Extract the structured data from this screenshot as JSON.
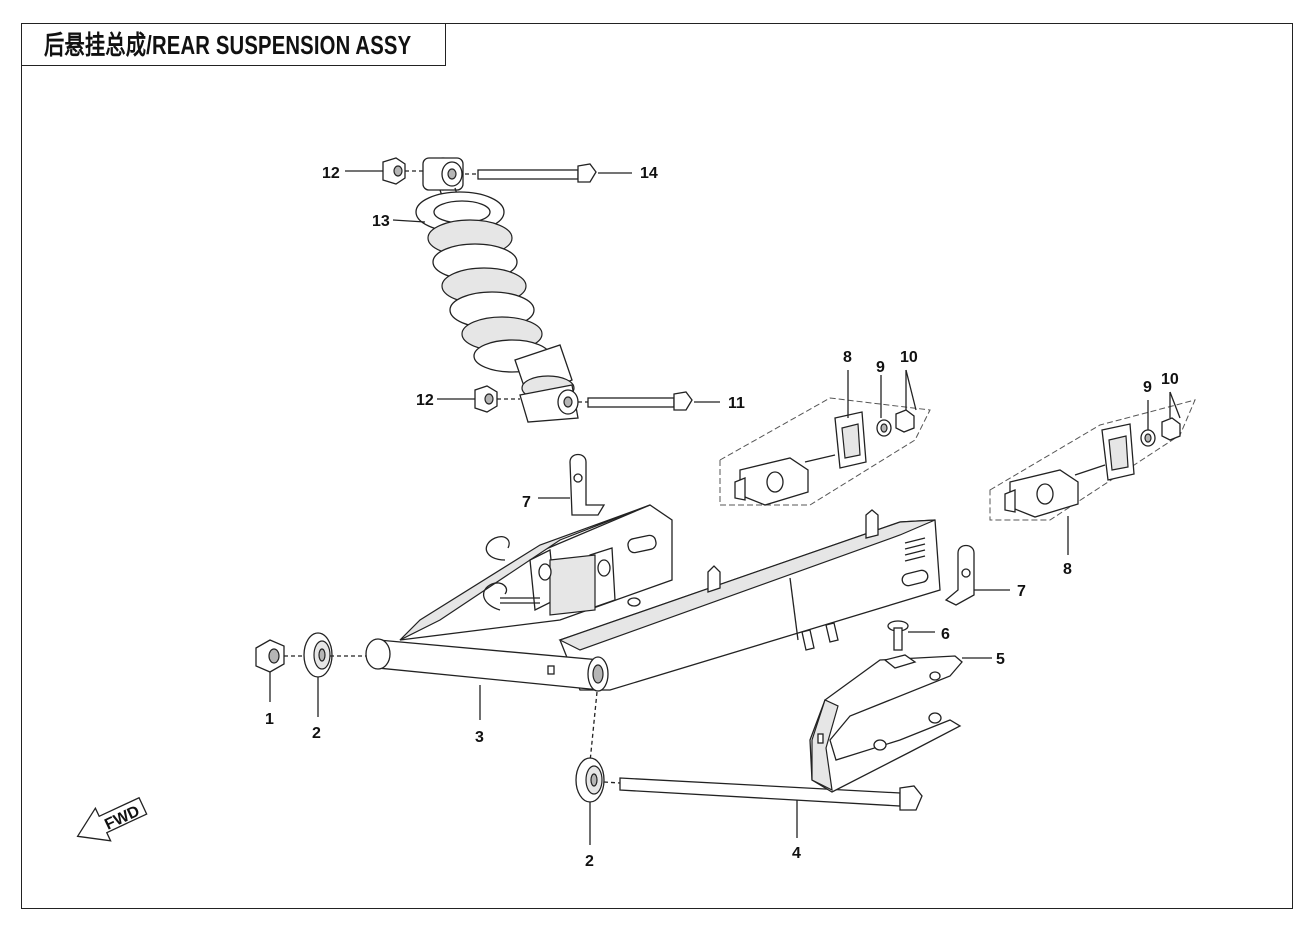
{
  "title": "后悬挂总成/REAR SUSPENSION  ASSY",
  "fwd_label": "FWD",
  "callouts": [
    {
      "id": "c1",
      "label": "1"
    },
    {
      "id": "c2a",
      "label": "2"
    },
    {
      "id": "c2b",
      "label": "2"
    },
    {
      "id": "c3",
      "label": "3"
    },
    {
      "id": "c4",
      "label": "4"
    },
    {
      "id": "c5",
      "label": "5"
    },
    {
      "id": "c6",
      "label": "6"
    },
    {
      "id": "c7a",
      "label": "7"
    },
    {
      "id": "c7b",
      "label": "7"
    },
    {
      "id": "c8a",
      "label": "8"
    },
    {
      "id": "c8b",
      "label": "8"
    },
    {
      "id": "c9a",
      "label": "9"
    },
    {
      "id": "c9b",
      "label": "9"
    },
    {
      "id": "c10a",
      "label": "10"
    },
    {
      "id": "c10b",
      "label": "10"
    },
    {
      "id": "c11",
      "label": "11"
    },
    {
      "id": "c12a",
      "label": "12"
    },
    {
      "id": "c12b",
      "label": "12"
    },
    {
      "id": "c13",
      "label": "13"
    },
    {
      "id": "c14",
      "label": "14"
    }
  ]
}
